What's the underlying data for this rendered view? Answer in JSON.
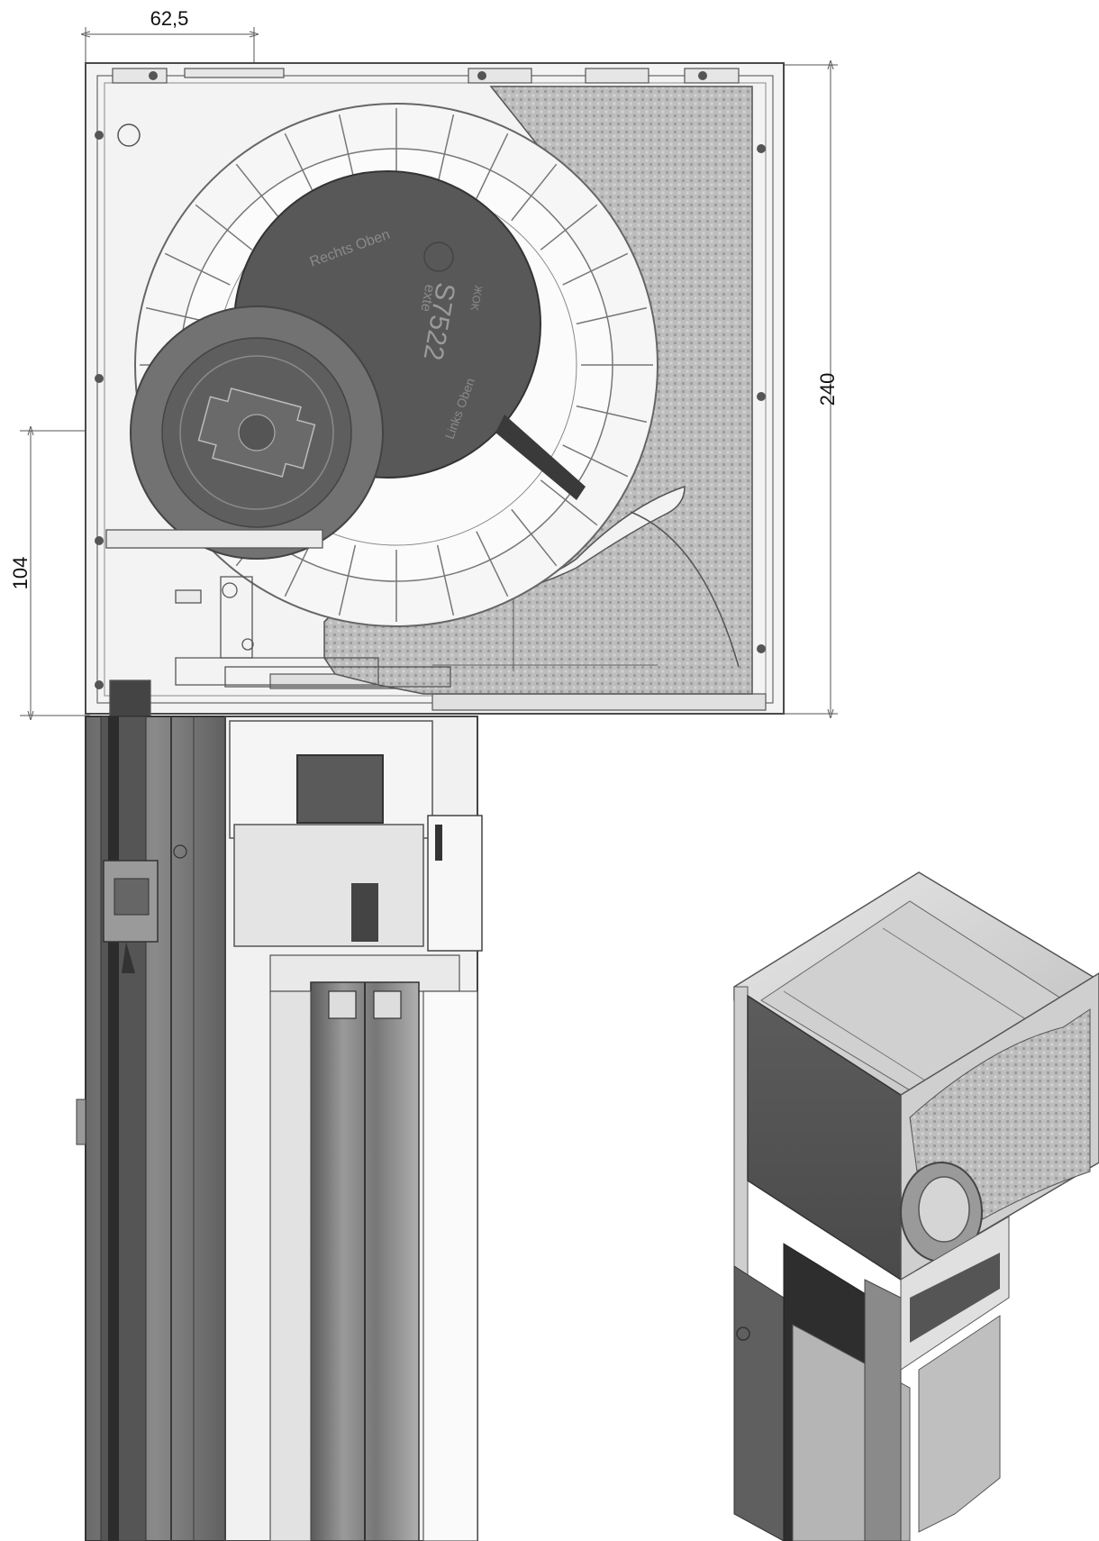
{
  "dimensions": {
    "width_top": "62,5",
    "height_total": "240",
    "height_axis": "104"
  },
  "embossed_text": {
    "upper_label": "Rechts Oben",
    "lower_label": "Links Oben",
    "part_number": "S7522",
    "brand": "exte",
    "mark": "ЖOK"
  },
  "colors": {
    "background": "#ffffff",
    "housing_fill": "#f2f2f2",
    "insulation": "#b9b9b9",
    "dark_disc": "#585858",
    "axle_disc": "#6f6f6f",
    "frame_dark": "#7a7a7a",
    "line": "#4a4a4a",
    "dimension_line": "#555555"
  }
}
